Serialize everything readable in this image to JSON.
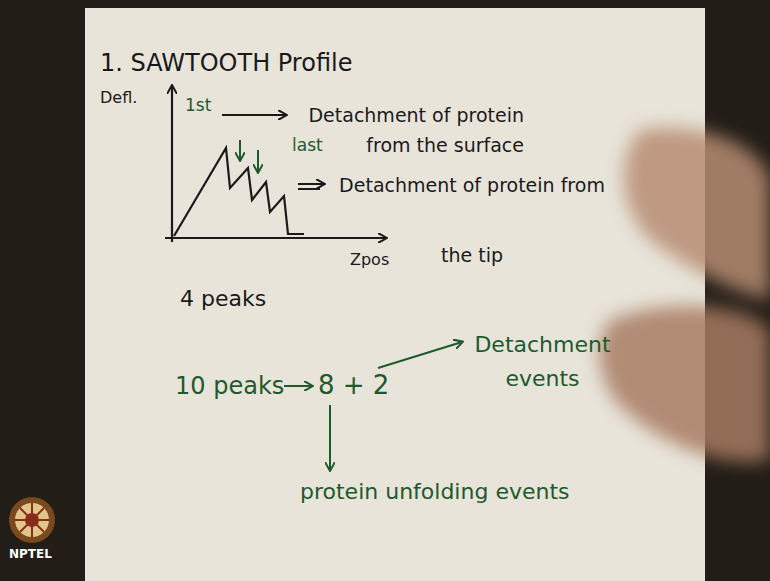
{
  "diagram": {
    "title": "1. SAWTOOTH Profile",
    "labels": [
      "Defl.",
      "1st",
      "Detachment of protein from the surface",
      "last",
      "Detachment of protein from the tip",
      "Zpos",
      "4 peaks",
      "10 peaks",
      "8 + 2",
      "Detachment events",
      "protein unfolding events",
      "NPTEL"
    ]
  }
}
